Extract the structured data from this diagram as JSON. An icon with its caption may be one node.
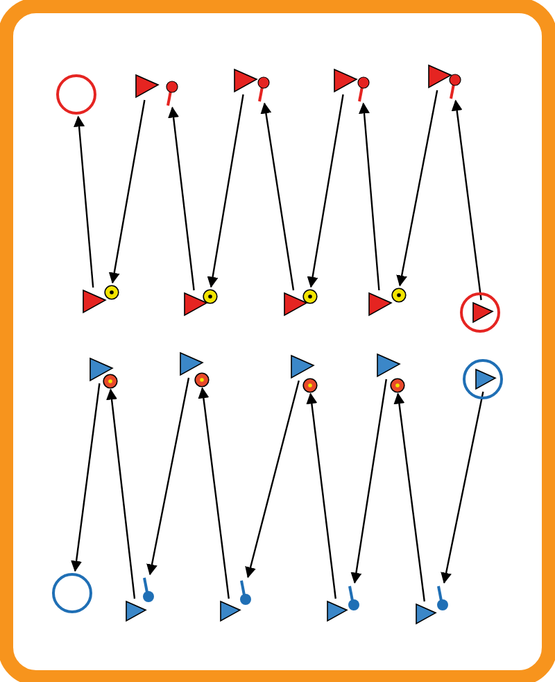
{
  "diagram": {
    "nodes": [
      {
        "text": [],
        "shape": "circle"
      },
      {
        "text": [],
        "shape": "triangle"
      },
      {
        "text": [],
        "shape": "pin"
      },
      {
        "text": [],
        "shape": "triangle"
      },
      {
        "text": [],
        "shape": "pin"
      },
      {
        "text": [],
        "shape": "triangle"
      },
      {
        "text": [],
        "shape": "pin"
      },
      {
        "text": [],
        "shape": "triangle"
      },
      {
        "text": [],
        "shape": "pin"
      },
      {
        "text": [],
        "shape": "triangle"
      },
      {
        "text": [],
        "shape": "ball"
      },
      {
        "text": [],
        "shape": "triangle"
      },
      {
        "text": [],
        "shape": "ball"
      },
      {
        "text": [],
        "shape": "triangle"
      },
      {
        "text": [],
        "shape": "ball"
      },
      {
        "text": [],
        "shape": "triangle"
      },
      {
        "text": [],
        "shape": "ball"
      },
      {
        "text": [],
        "shape": "circle"
      },
      {
        "text": [],
        "shape": "triangle",
        "in": 17
      },
      {
        "text": [],
        "shape": "triangle"
      },
      {
        "text": [],
        "shape": "ball"
      },
      {
        "text": [],
        "shape": "triangle"
      },
      {
        "text": [],
        "shape": "ball"
      },
      {
        "text": [],
        "shape": "triangle"
      },
      {
        "text": [],
        "shape": "ball"
      },
      {
        "text": [],
        "shape": "triangle"
      },
      {
        "text": [],
        "shape": "ball"
      },
      {
        "text": [],
        "shape": "circle"
      },
      {
        "text": [],
        "shape": "triangle",
        "in": 27
      },
      {
        "text": [],
        "shape": "circle"
      },
      {
        "text": [],
        "shape": "triangle"
      },
      {
        "text": [],
        "shape": "pin"
      },
      {
        "text": [],
        "shape": "triangle"
      },
      {
        "text": [],
        "shape": "pin"
      },
      {
        "text": [],
        "shape": "triangle"
      },
      {
        "text": [],
        "shape": "pin"
      },
      {
        "text": [],
        "shape": "triangle"
      },
      {
        "text": [],
        "shape": "pin"
      }
    ],
    "edges": [
      {
        "from": 9,
        "to": 0,
        "arrow": "to"
      },
      {
        "from": 1,
        "to": 10,
        "arrow": "to"
      },
      {
        "from": 11,
        "to": 2,
        "arrow": "to"
      },
      {
        "from": 3,
        "to": 12,
        "arrow": "to"
      },
      {
        "from": 13,
        "to": 4,
        "arrow": "to"
      },
      {
        "from": 5,
        "to": 14,
        "arrow": "to"
      },
      {
        "from": 15,
        "to": 6,
        "arrow": "to"
      },
      {
        "from": 7,
        "to": 16,
        "arrow": "to"
      },
      {
        "from": 18,
        "to": 8,
        "arrow": "to"
      },
      {
        "from": 19,
        "to": 29,
        "arrow": "to"
      },
      {
        "from": 30,
        "to": 20,
        "arrow": "to"
      },
      {
        "from": 21,
        "to": 31,
        "arrow": "to"
      },
      {
        "from": 32,
        "to": 22,
        "arrow": "to"
      },
      {
        "from": 23,
        "to": 33,
        "arrow": "to"
      },
      {
        "from": 34,
        "to": 24,
        "arrow": "to"
      },
      {
        "from": 25,
        "to": 35,
        "arrow": "to"
      },
      {
        "from": 36,
        "to": 26,
        "arrow": "to"
      },
      {
        "from": 28,
        "to": 37,
        "arrow": "to"
      }
    ]
  }
}
